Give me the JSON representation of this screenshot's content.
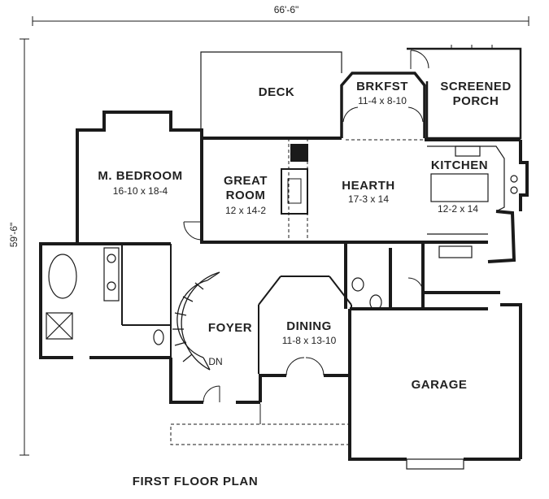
{
  "plan": {
    "title": "FIRST FLOOR PLAN",
    "overall_width": "66'-6\"",
    "overall_depth": "59'-6\"",
    "rooms": {
      "deck": {
        "name": "DECK"
      },
      "brkfst": {
        "name": "BRKFST",
        "dims": "11-4 x 8-10"
      },
      "screened_porch": {
        "name": "SCREENED",
        "name2": "PORCH"
      },
      "m_bedroom": {
        "name": "M. BEDROOM",
        "dims": "16-10 x 18-4"
      },
      "great_room": {
        "name": "GREAT",
        "name2": "ROOM",
        "dims": "12 x 14-2"
      },
      "hearth": {
        "name": "HEARTH",
        "dims": "17-3 x 14"
      },
      "kitchen": {
        "name": "KITCHEN",
        "dims": "12-2 x 14"
      },
      "foyer": {
        "name": "FOYER"
      },
      "dining": {
        "name": "DINING",
        "dims": "11-8 x 13-10"
      },
      "garage": {
        "name": "GARAGE"
      }
    },
    "stair_note": "DN"
  }
}
